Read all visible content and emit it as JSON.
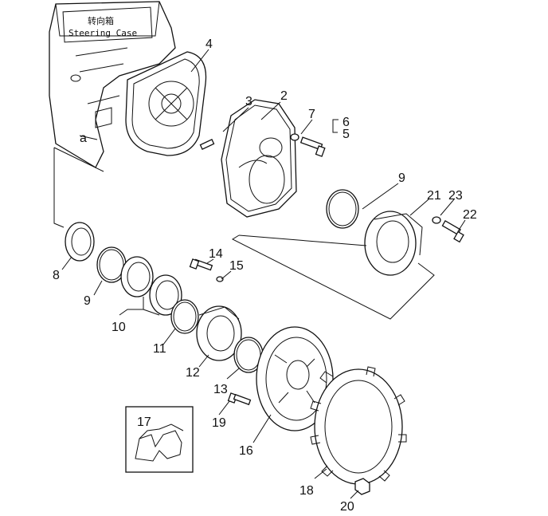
{
  "case_label": {
    "chinese": "转向箱",
    "english": "Steering Case"
  },
  "view_ref": "a",
  "callouts": {
    "c1": "2",
    "c2": "3",
    "c3": "4",
    "c4": "5",
    "c5": "6",
    "c6": "7",
    "c7": "8",
    "c8": "9",
    "c9": "9",
    "c10": "10",
    "c11": "11",
    "c12": "12",
    "c13": "13",
    "c14": "14",
    "c15": "15",
    "c16": "16",
    "c17": "17",
    "c18": "18",
    "c19": "19",
    "c20": "20",
    "c21": "21",
    "c22": "22",
    "c23": "23"
  }
}
